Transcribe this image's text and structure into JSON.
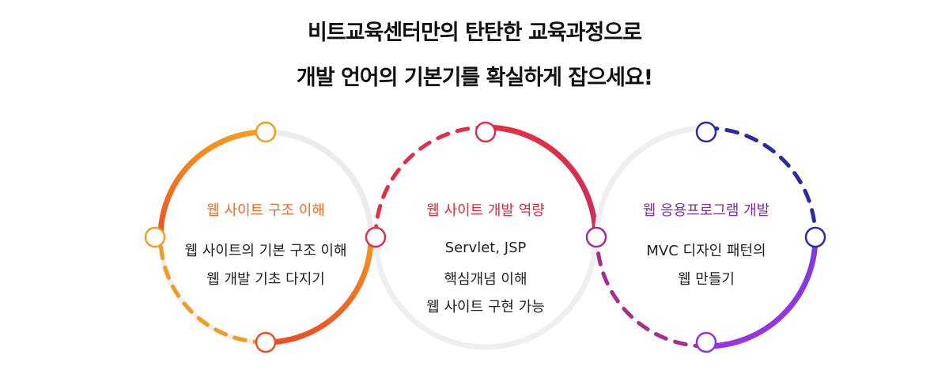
{
  "headline": {
    "line1": "비트교육센터만의 탄탄한 교육과정으로",
    "line2": "개발 언어의 기본기를 확실하게 잡으세요!"
  },
  "colors": {
    "track": "#efefef",
    "orange_start": "#f39c1f",
    "orange_end": "#ec4e24",
    "red": "#e03046",
    "magenta": "#a52d8f",
    "navy": "#2b2aa6",
    "purple": "#8a35d9"
  },
  "courses": [
    {
      "title": "웹 사이트 구조 이해",
      "title_color": "#ee6a2a",
      "lines": [
        "웹 사이트의 기본 구조 이해",
        "웹 개발 기초 다지기"
      ]
    },
    {
      "title": "웹 사이트 개발 역량",
      "title_color": "#e02a3c",
      "lines": [
        "Servlet, JSP",
        "핵심개념 이해",
        "웹 사이트 구현 가능"
      ]
    },
    {
      "title": "웹 응용프로그램 개발",
      "title_color": "#7b2fa4",
      "lines": [
        "MVC 디자인 패턴의",
        "웹 만들기"
      ]
    }
  ]
}
